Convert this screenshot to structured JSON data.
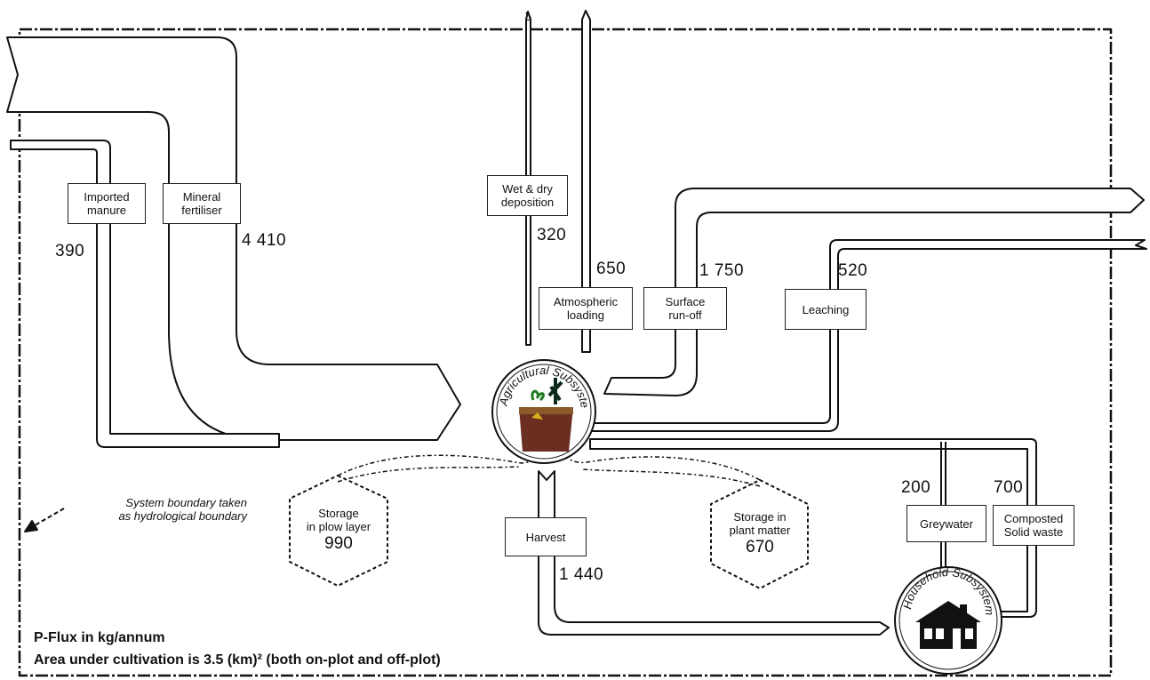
{
  "boxes": {
    "imported_manure": [
      "Imported",
      "manure"
    ],
    "mineral_fertiliser": [
      "Mineral",
      "fertiliser"
    ],
    "wet_dry_deposition": [
      "Wet & dry",
      "deposition"
    ],
    "atmospheric_loading": [
      "Atmospheric",
      "loading"
    ],
    "surface_runoff": [
      "Surface",
      "run-off"
    ],
    "leaching": [
      "Leaching"
    ],
    "harvest": [
      "Harvest"
    ],
    "greywater": [
      "Greywater"
    ],
    "composted_solid_waste": [
      "Composted",
      "Solid waste"
    ]
  },
  "values": {
    "imported_manure": "390",
    "mineral_fertiliser": "4 410",
    "wet_dry_deposition": "320",
    "atmospheric_loading": "650",
    "surface_runoff": "1 750",
    "leaching": "520",
    "harvest": "1 440",
    "greywater": "200",
    "composted_solid_waste": "700"
  },
  "storage": {
    "topsoil": {
      "lines": [
        "Storage",
        "in plow layer"
      ],
      "value": "990"
    },
    "plant": {
      "lines": [
        "Storage in",
        "plant matter"
      ],
      "value": "670"
    }
  },
  "subsystems": {
    "agricultural": "Agricultural Subsystem",
    "household": "Household Subsystem"
  },
  "note": [
    "System boundary taken",
    "as hydrological boundary"
  ],
  "footer": {
    "line1": "P-Flux in kg/annum",
    "line2": "Area under cultivation is 3.5 (km)² (both on-plot and off-plot)"
  }
}
